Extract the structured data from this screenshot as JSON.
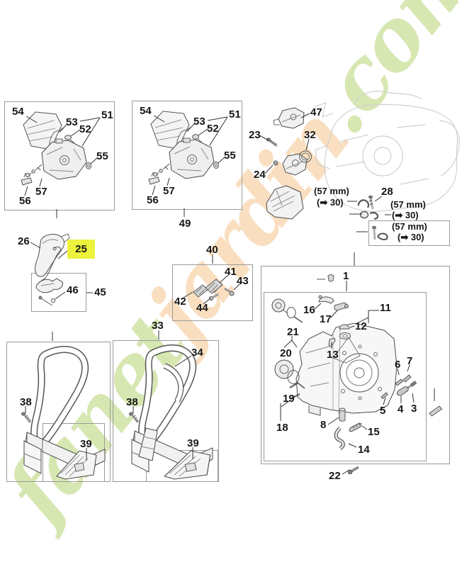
{
  "watermark": {
    "part1": "fanet",
    "part2": "jardin",
    "part3": ".com"
  },
  "notes": {
    "mm": "(57 mm)",
    "ref": "(➡ 30)"
  },
  "labels": {
    "n1": "1",
    "n3": "3",
    "n4": "4",
    "n5": "5",
    "n6": "6",
    "n7": "7",
    "n8": "8",
    "n11": "11",
    "n12": "12",
    "n13": "13",
    "n14": "14",
    "n15": "15",
    "n16": "16",
    "n17": "17",
    "n18": "18",
    "n19": "19",
    "n20": "20",
    "n21": "21",
    "n22": "22",
    "n23": "23",
    "n24": "24",
    "n25": "25",
    "n26": "26",
    "n28": "28",
    "n32": "32",
    "n33": "33",
    "n34": "34",
    "n38": "38",
    "n39": "39",
    "n40": "40",
    "n41": "41",
    "n42": "42",
    "n43": "43",
    "n44": "44",
    "n45": "45",
    "n46": "46",
    "n47": "47",
    "n49": "49",
    "n51": "51",
    "n52": "52",
    "n53": "53",
    "n54": "54",
    "n55": "55",
    "n56": "56",
    "n57": "57"
  },
  "colors": {
    "highlight": "#EDF23D",
    "watermark_green": "#AFD066",
    "watermark_orange": "#F4C58C",
    "label_text": "#161616",
    "box_border": "#9B9B9B"
  }
}
